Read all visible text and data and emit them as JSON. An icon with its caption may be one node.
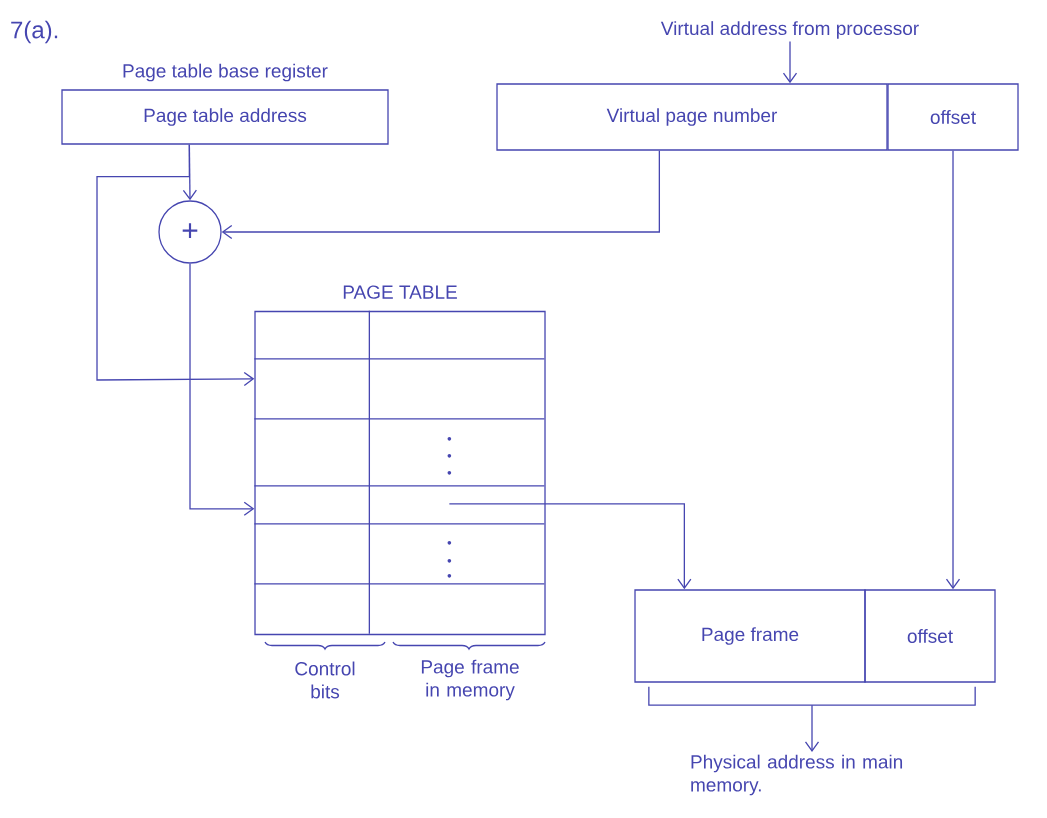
{
  "diagram": {
    "nodes": [
      {
        "text": [
          "Virtual address from processor"
        ]
      },
      {
        "text": [
          "Virtual page number"
        ]
      },
      {
        "text": [
          "offset"
        ]
      },
      {
        "text": [
          "Page table address"
        ],
        "beside": [
          "Page table base register"
        ]
      },
      {
        "text": [
          "+"
        ]
      },
      {
        "text": [
          "PAGE TABLE"
        ]
      },
      {
        "text": [
          "Page frame"
        ]
      },
      {
        "text": [
          "offset"
        ]
      },
      {
        "text": [
          "Physical address in main memory."
        ]
      },
      {
        "text": [],
        "shape": "bracket"
      }
    ],
    "edges": [
      {
        "from": 0,
        "to": 1,
        "arrow": "to"
      },
      {
        "from": 3,
        "to": 4,
        "arrow": "to"
      },
      {
        "from": 1,
        "to": 4,
        "arrow": "to"
      },
      {
        "from": 3,
        "to": 5,
        "arrow": "to"
      },
      {
        "from": 4,
        "to": 5,
        "arrow": "to"
      },
      {
        "from": 5,
        "to": 6,
        "arrow": "to"
      },
      {
        "from": 2,
        "to": 7,
        "arrow": "to"
      },
      {
        "from": 9,
        "to": 8,
        "arrow": "to"
      }
    ],
    "labels": [
      "7(a).",
      "Control bits",
      "Page frame in memory"
    ]
  }
}
